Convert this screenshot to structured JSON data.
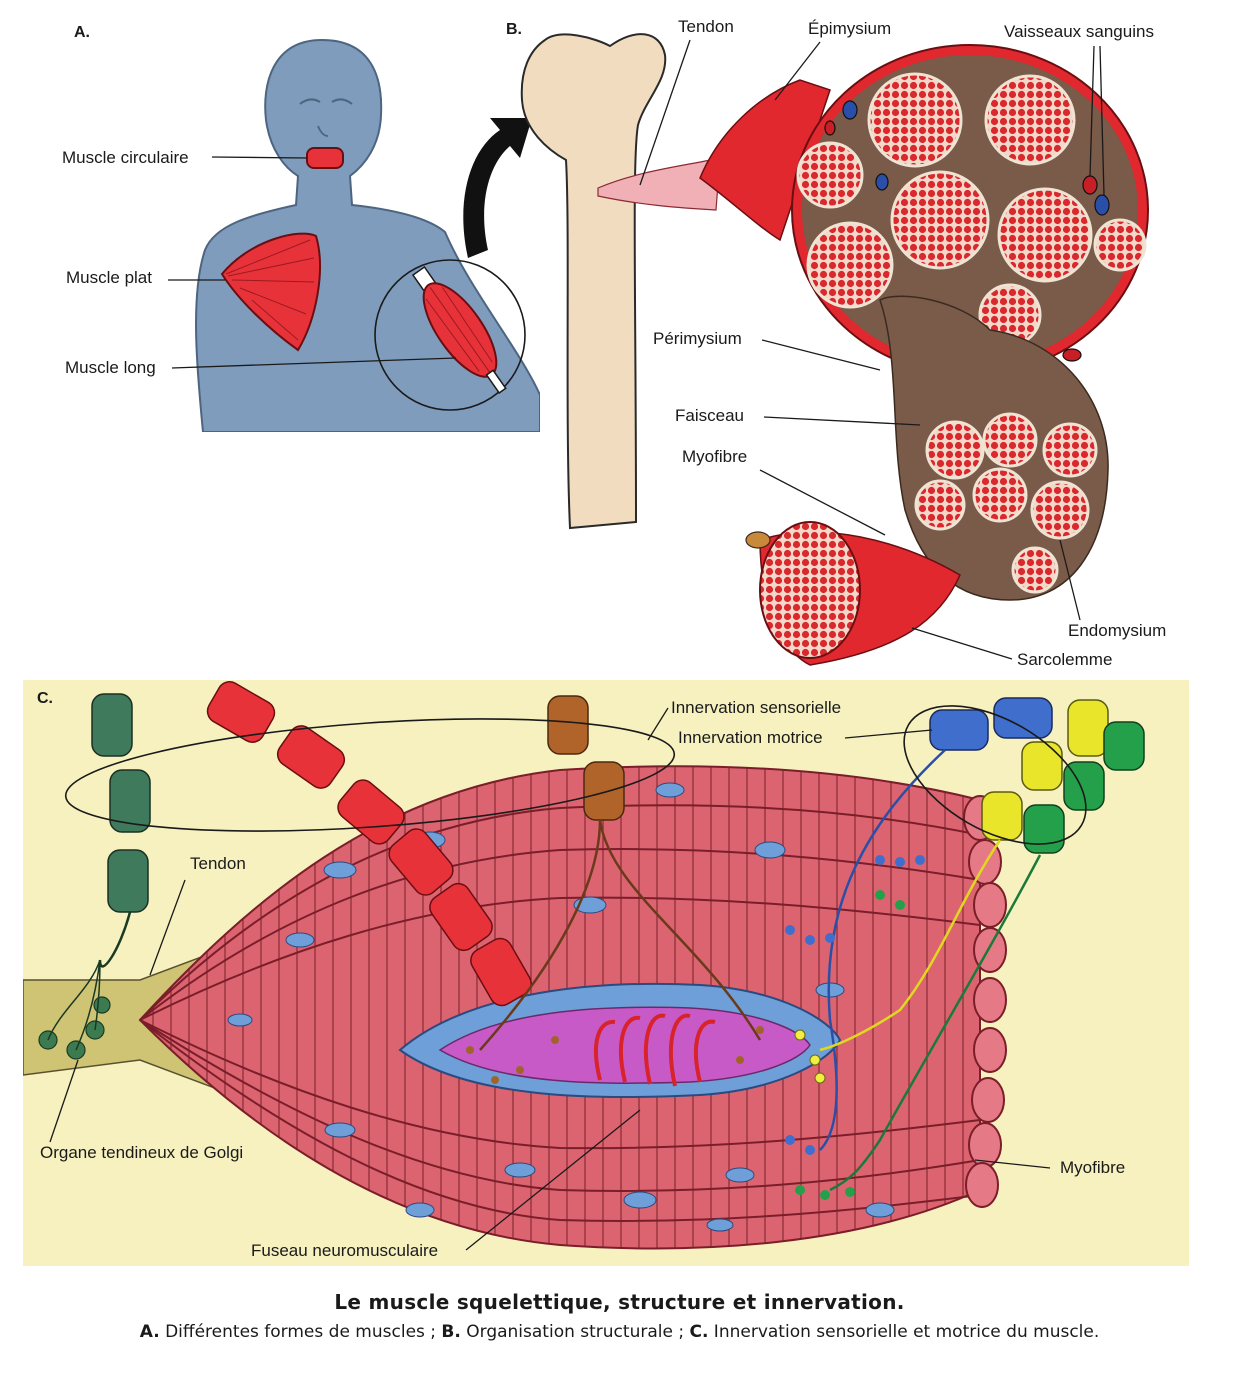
{
  "panels": {
    "a": {
      "letter": "A.",
      "labels": {
        "circular": "Muscle circulaire",
        "flat": "Muscle plat",
        "long": "Muscle long"
      }
    },
    "b": {
      "letter": "B.",
      "labels": {
        "tendon": "Tendon",
        "epimysium": "Épimysium",
        "vessels": "Vaisseaux sanguins",
        "perimysium": "Périmysium",
        "fascicle": "Faisceau",
        "myofiber": "Myofibre",
        "endomysium": "Endomysium",
        "sarcolemma": "Sarcolemme"
      }
    },
    "c": {
      "letter": "C.",
      "labels": {
        "sensory": "Innervation sensorielle",
        "motor": "Innervation motrice",
        "tendon": "Tendon",
        "golgi": "Organe tendineux de Golgi",
        "spindle": "Fuseau neuromusculaire",
        "myofiber": "Myofibre"
      }
    }
  },
  "caption": {
    "title": "Le muscle squelettique, structure et innervation.",
    "a_letter": "A.",
    "a_text": " Différentes formes de muscles ; ",
    "b_letter": "B.",
    "b_text": " Organisation structurale ; ",
    "c_letter": "C.",
    "c_text": " Innervation sensorielle et motrice du muscle."
  },
  "colors": {
    "skin_blue": "#7f9cbc",
    "muscle_red": "#e8323a",
    "bone": "#f2dcc0",
    "epimysium_red": "#e0282e",
    "fascia_brown": "#7a5a48",
    "panel_c_bg": "#f6f1bf",
    "fiber_pink": "#dc6470",
    "nucleus_blue": "#6e9fd8",
    "spindle_pink": "#c85ac8",
    "tendon_yellow": "#cfc374"
  }
}
